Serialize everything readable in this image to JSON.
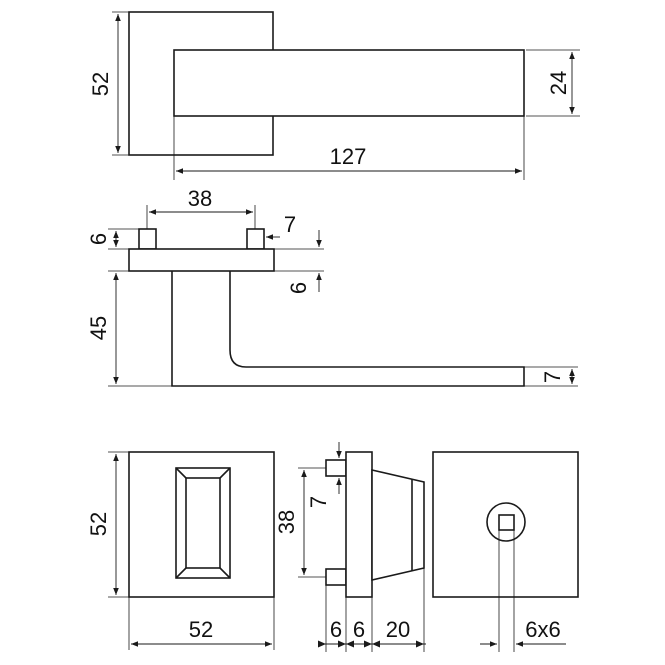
{
  "dimensions": {
    "rose_height": "52",
    "lever_height": "24",
    "lever_length": "127",
    "pin_spacing": "38",
    "pin_height": "6",
    "pin_width": "7",
    "plate_thickness": "6",
    "neck_height": "45",
    "lever_thickness": "7",
    "escutcheon_height": "52",
    "escutcheon_width": "52",
    "side_pin_spacing": "38",
    "side_pin_width": "7",
    "side_depth_a": "6",
    "side_depth_b": "6",
    "side_depth_c": "20",
    "spindle_size": "6x6"
  }
}
